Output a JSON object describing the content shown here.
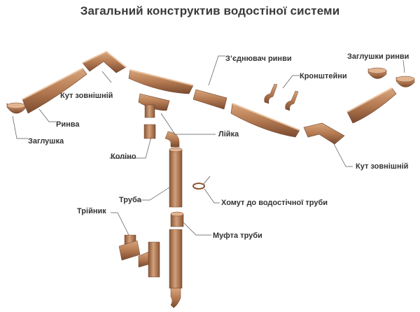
{
  "title": "Загальний конструктив водостіної системи",
  "labels": {
    "kut_zovnishnii_1": "Кут зовнішній",
    "ryvna": "Ринва",
    "zahlushka": "Заглушка",
    "zyednuvach": "З’єднювач ринви",
    "kronshteiny": "Кронштейни",
    "zahlushky_ryvni": "Заглушки ринви",
    "liika": "Лійка",
    "kolino": "Коліно",
    "kut_zovnishnii_2": "Кут зовнішній",
    "truba": "Труба",
    "khomut": "Хомут до водостічної труби",
    "triinyk": "Трійник",
    "mufta": "Муфта труби"
  },
  "colors": {
    "copper_light": "#c9946b",
    "copper_mid": "#a8714c",
    "copper_dark": "#7a4a2e",
    "leader_line": "#555555",
    "text": "#333333"
  }
}
